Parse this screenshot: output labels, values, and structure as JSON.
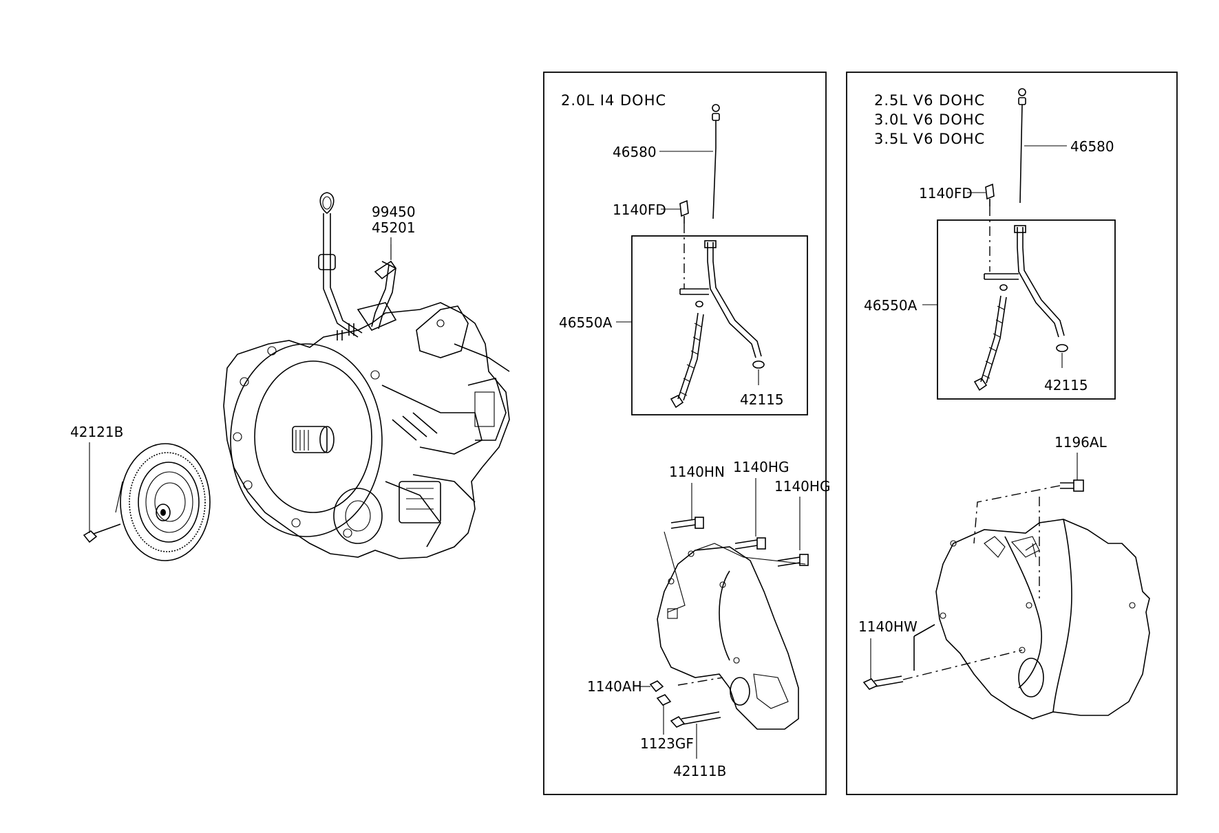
{
  "diagram": {
    "left_group": {
      "labels": {
        "seal": "99450",
        "transaxle": "45201",
        "converter": "42121B"
      }
    },
    "panel_i4": {
      "engine_lines": [
        "2.0L  I4  DOHC"
      ],
      "labels": {
        "dipstick": "46580",
        "bolt_fd": "1140FD",
        "guide": "46550A",
        "oring": "42115",
        "bolt_hn": "1140HN",
        "bolt_hg1": "1140HG",
        "bolt_hg2": "1140HG",
        "bolt_ah": "1140AH",
        "bolt_gf": "1123GF",
        "bolt_111b": "42111B"
      }
    },
    "panel_v6": {
      "engine_lines": [
        "2.5L  V6  DOHC",
        "3.0L  V6  DOHC",
        "3.5L  V6  DOHC"
      ],
      "labels": {
        "dipstick": "46580",
        "bolt_fd": "1140FD",
        "guide": "46550A",
        "oring": "42115",
        "bolt_al": "1196AL",
        "bolt_hw": "1140HW"
      }
    }
  }
}
